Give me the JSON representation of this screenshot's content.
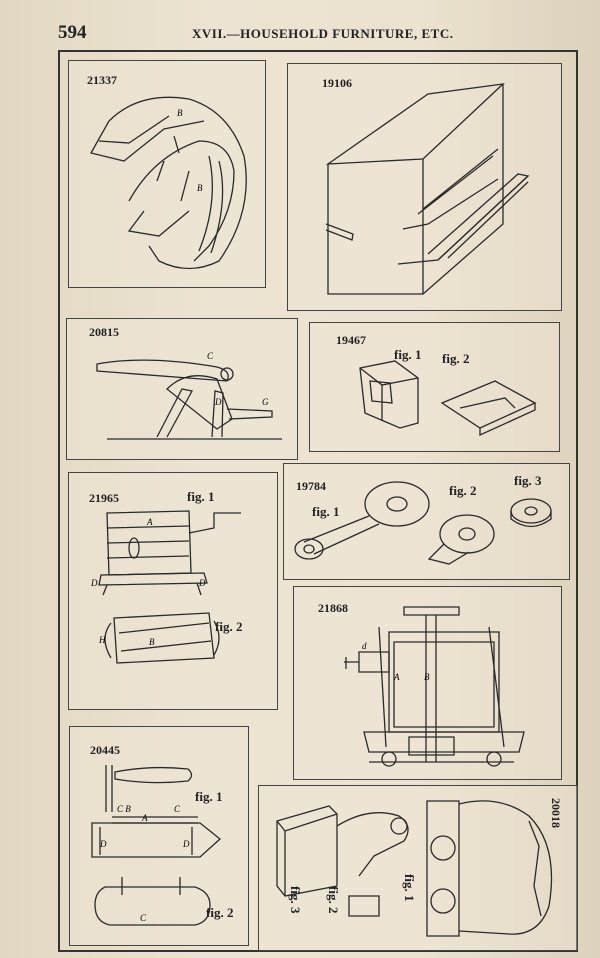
{
  "header": {
    "page_number": "594",
    "running_head": "XVII.—HOUSEHOLD FURNITURE, ETC."
  },
  "panels": {
    "p21337": {
      "number": "21337"
    },
    "p19106": {
      "number": "19106"
    },
    "p20815": {
      "number": "20815"
    },
    "p19467": {
      "number": "19467",
      "fig1": "fig. 1",
      "fig2": "fig. 2"
    },
    "p21965": {
      "number": "21965",
      "fig1": "fig. 1",
      "fig2": "fig. 2"
    },
    "p19784": {
      "number": "19784",
      "fig1": "fig. 1",
      "fig2": "fig. 2",
      "fig3": "fig. 3"
    },
    "p21868": {
      "number": "21868"
    },
    "p20445": {
      "number": "20445",
      "fig1": "fig. 1",
      "fig2": "fig. 2"
    },
    "p20018": {
      "number": "20018",
      "fig1": "fig. 1",
      "fig2": "fig. 2",
      "fig3": "fig. 3"
    }
  },
  "colors": {
    "ink": "#2a2a2a",
    "paper": "#e8dfcc"
  }
}
